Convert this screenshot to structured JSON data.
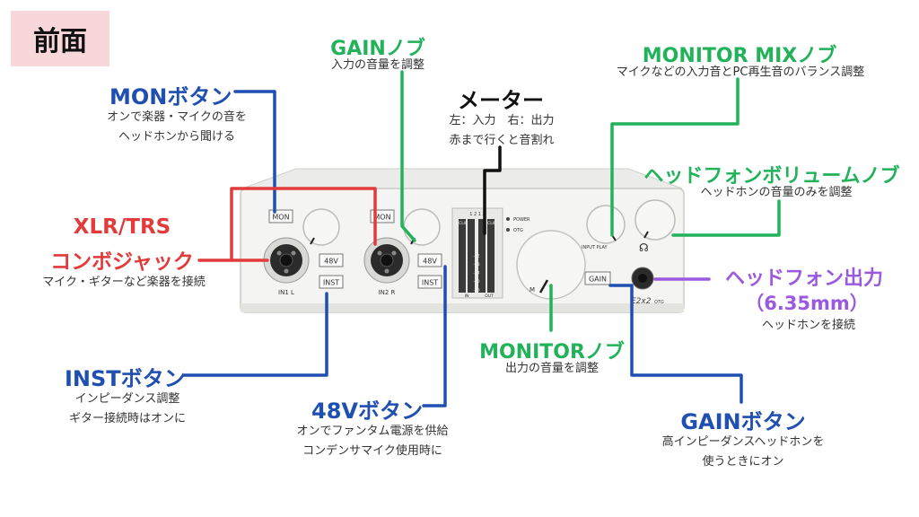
{
  "title": "前面",
  "labels": {
    "mon": {
      "name": "MONボタン",
      "desc1": "オンで楽器・マイクの音を",
      "desc2": "ヘッドホンから聞ける"
    },
    "xlr": {
      "name1": "XLR/TRS",
      "name2": "コンボジャック",
      "desc": "マイク・ギターなど楽器を接続"
    },
    "inst": {
      "name": "INSTボタン",
      "desc1": "インピーダンス調整",
      "desc2": "ギター接続時はオンに"
    },
    "gain_knob": {
      "name": "GAINノブ",
      "desc": "入力の音量を調整"
    },
    "meter": {
      "name": "メーター",
      "desc1": "左：入力　右：出力",
      "desc2": "赤まで行くと音割れ"
    },
    "v48": {
      "name": "48Vボタン",
      "desc1": "オンでファンタム電源を供給",
      "desc2": "コンデンサマイク使用時に"
    },
    "monitor_mix": {
      "name": "MONITOR MIXノブ",
      "desc": "マイクなどの入力音とPC再生音のバランス調整"
    },
    "hp_vol": {
      "name": "ヘッドフォンボリュームノブ",
      "desc": "ヘッドホンの音量のみを調整"
    },
    "hp_out": {
      "name1": "ヘッドフォン出力",
      "name2": "（6.35mm）",
      "desc": "ヘッドホンを接続"
    },
    "monitor": {
      "name": "MONITORノブ",
      "desc": "出力の音量を調整"
    },
    "gain_btn": {
      "name": "GAINボタン",
      "desc1": "高インピーダンスヘッドホンを",
      "desc2": "使うときにオン"
    }
  },
  "device": {
    "btn_mon1": "MON",
    "btn_mon2": "MON",
    "btn_48v1": "48V",
    "btn_48v2": "48V",
    "btn_inst1": "INST",
    "btn_inst2": "INST",
    "btn_gain": "GAIN",
    "in1": "IN1 L",
    "in2": "IN2 R",
    "meter_top": "1  2      1  2",
    "clip": "CLIP",
    "meter_ticks": [
      "0",
      "-3",
      "-6",
      "-12",
      "-18",
      "-24",
      "-30",
      "-36"
    ],
    "meter_in": "IN",
    "meter_out": "OUT",
    "power": "POWER",
    "otg": "OTG",
    "input_play": "INPUT   PLAY",
    "model": "E2x2",
    "model_sub": "OTG",
    "mon_label": "M"
  },
  "colors": {
    "blue": "#1f4fb0",
    "green": "#22b25a",
    "red": "#e23b3b",
    "purple": "#9b59e0",
    "title_bg": "#f8d7da"
  }
}
